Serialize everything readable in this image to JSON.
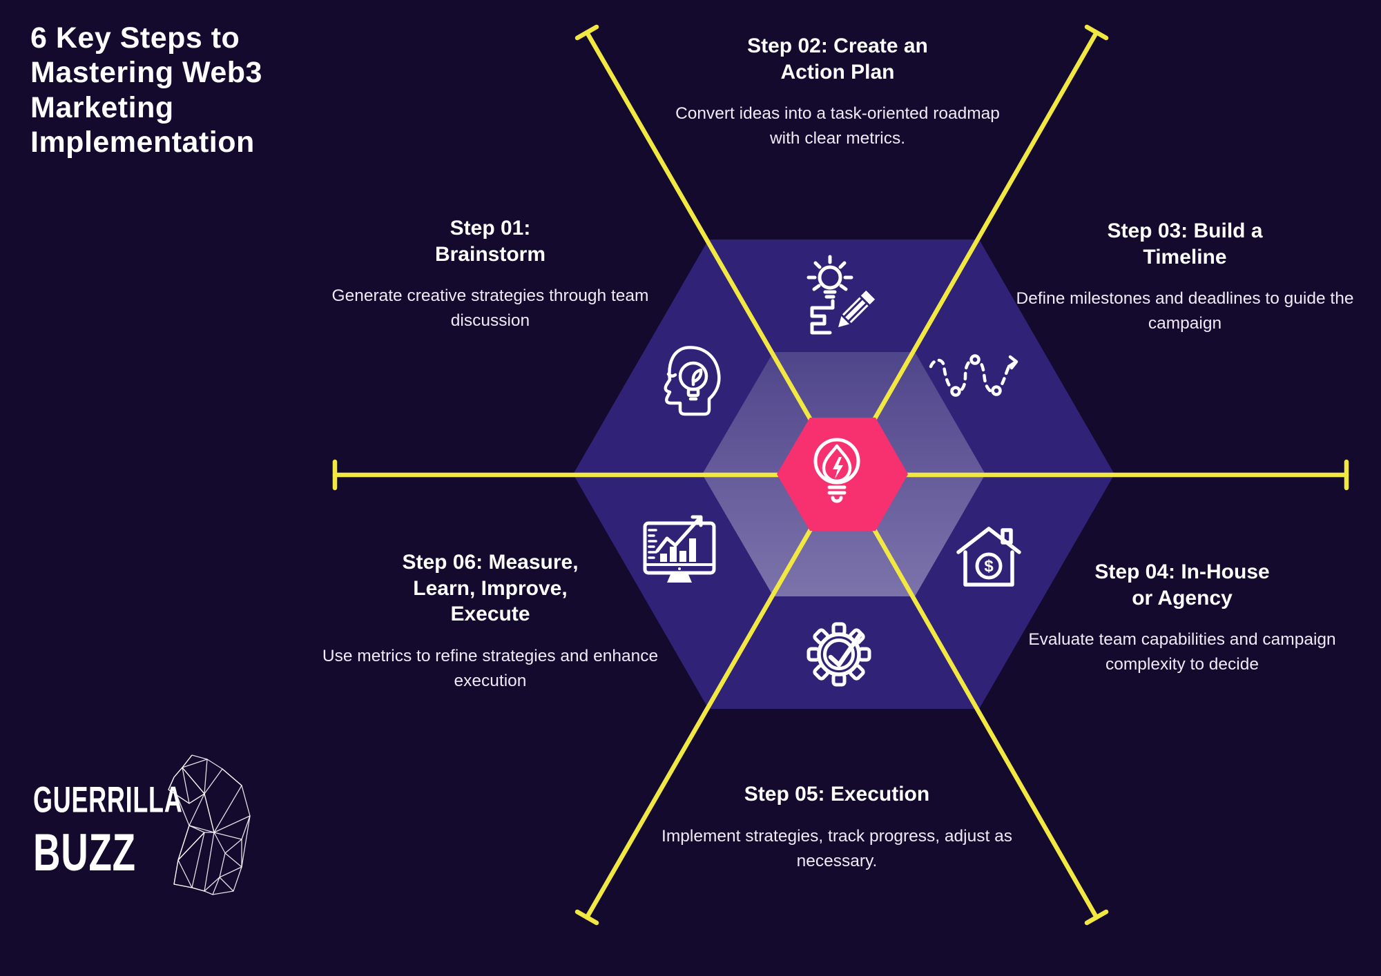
{
  "title": "6 Key Steps to\nMastering Web3\nMarketing\nImplementation",
  "steps": [
    {
      "id": "01",
      "heading": "Step 01:\nBrainstorm",
      "body": "Generate creative strategies through team\ndiscussion",
      "icon": "brainstorm-head-icon"
    },
    {
      "id": "02",
      "heading": "Step 02: Create an\nAction Plan",
      "body": "Convert ideas into a task-oriented roadmap\nwith clear metrics.",
      "icon": "idea-pencil-icon"
    },
    {
      "id": "03",
      "heading": "Step 03: Build a\nTimeline",
      "body": "Define milestones and deadlines to guide the\ncampaign",
      "icon": "winding-path-icon"
    },
    {
      "id": "04",
      "heading": "Step 04: In-House\nor Agency",
      "body": "Evaluate team capabilities and campaign\ncomplexity to decide",
      "icon": "house-dollar-icon"
    },
    {
      "id": "05",
      "heading": "Step 05: Execution",
      "body": "Implement strategies, track progress, adjust as\nnecessary.",
      "icon": "gear-check-icon"
    },
    {
      "id": "06",
      "heading": "Step 06: Measure,\nLearn, Improve,\nExecute",
      "body": "Use metrics to refine strategies and enhance\nexecution",
      "icon": "monitor-chart-icon"
    }
  ],
  "center": {
    "icon": "lightbulb-energy-icon"
  },
  "icons": {
    "dollar_glyph": "$"
  },
  "logo": {
    "line1": "GUERRILLA",
    "line2": "BUZZ"
  },
  "colors": {
    "background": "#130a2e",
    "hexagon_outer": "#2f2277",
    "hexagon_inner_top": "#4f458a",
    "hexagon_inner_bottom": "#7d73ab",
    "hexagon_center": "#f7306f",
    "spoke_yellow": "#f2e843",
    "text_primary": "#ffffff",
    "text_secondary": "#eeebf7"
  }
}
